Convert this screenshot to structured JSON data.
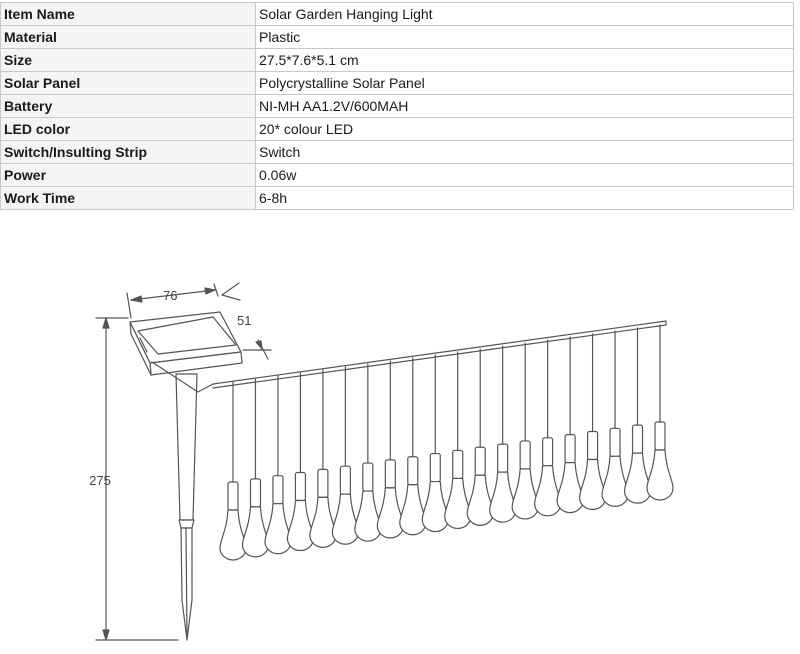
{
  "specs": [
    {
      "label": "Item Name",
      "value": "Solar Garden Hanging Light"
    },
    {
      "label": "Material",
      "value": "Plastic"
    },
    {
      "label": "Size",
      "value": "27.5*7.6*5.1 cm"
    },
    {
      "label": "Solar Panel",
      "value": "Polycrystalline Solar Panel"
    },
    {
      "label": "Battery",
      "value": "NI-MH AA1.2V/600MAH"
    },
    {
      "label": "LED color",
      "value": "20* colour LED"
    },
    {
      "label": "Switch/Insulting Strip",
      "value": "Switch"
    },
    {
      "label": "Power",
      "value": "0.06w"
    },
    {
      "label": "Work Time",
      "value": "6-8h"
    }
  ],
  "diagram": {
    "dim_width": "76",
    "dim_depth": "51",
    "dim_height": "275",
    "bulb_count": 20
  }
}
